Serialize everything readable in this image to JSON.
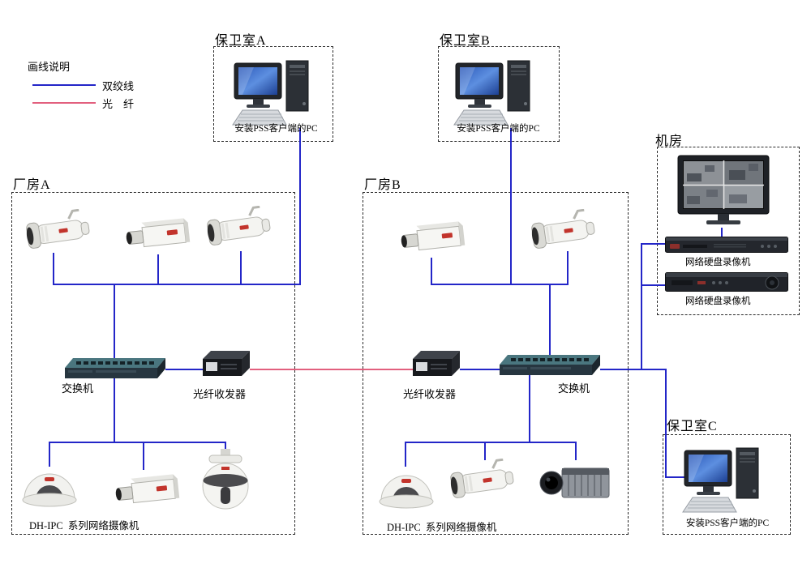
{
  "legend": {
    "title": "画线说明",
    "twisted_pair_label": "双绞线",
    "fiber_label": "光    纤"
  },
  "colors": {
    "twisted_pair_line": "#2326c8",
    "fiber_line": "#e2607e"
  },
  "guard_room_a": {
    "title": "保卫室A",
    "pc_label": "安装PSS客户端的PC"
  },
  "guard_room_b": {
    "title": "保卫室B",
    "pc_label": "安装PSS客户端的PC"
  },
  "server_room": {
    "title": "机房",
    "nvr1_label": "网络硬盘录像机",
    "nvr2_label": "网络硬盘录像机"
  },
  "factory_a": {
    "title": "厂房A",
    "switch_label": "交换机",
    "transceiver_label": "光纤收发器",
    "cameras_label": "DH-IPC  系列网络摄像机"
  },
  "factory_b": {
    "title": "厂房B",
    "switch_label": "交换机",
    "transceiver_label": "光纤收发器",
    "cameras_label": "DH-IPC  系列网络摄像机"
  },
  "guard_room_c": {
    "title": "保卫室C",
    "pc_label": "安装PSS客户端的PC"
  }
}
